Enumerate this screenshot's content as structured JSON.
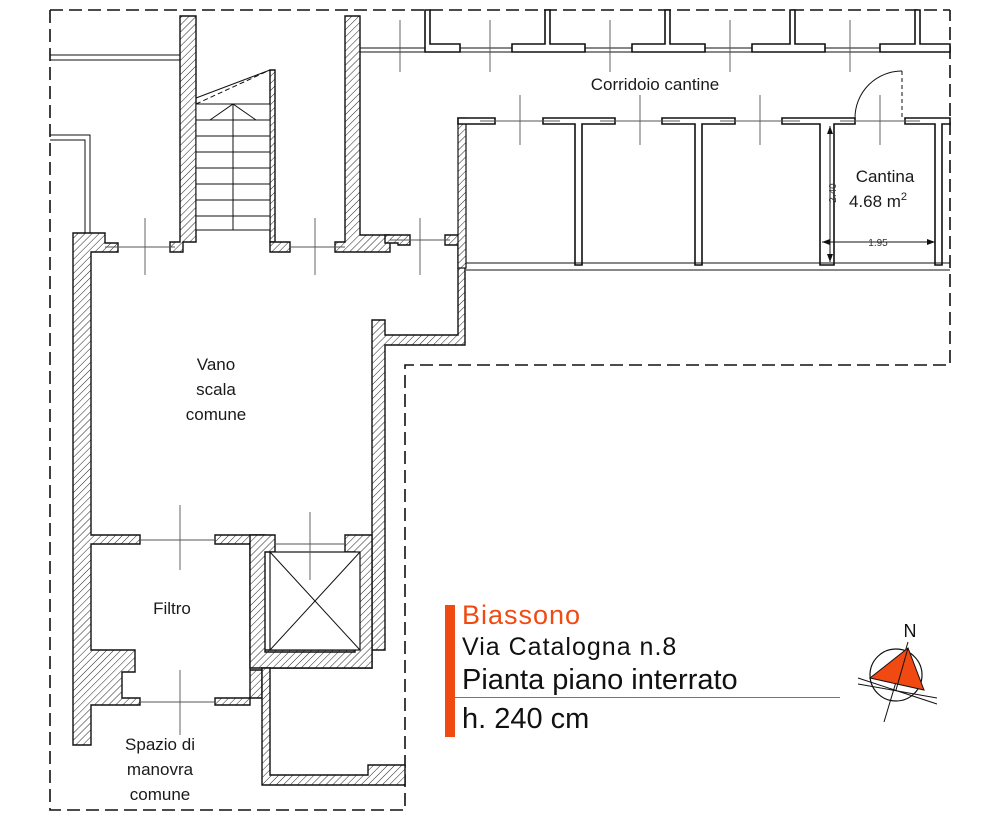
{
  "rooms": {
    "corridor": "Corridoio cantine",
    "cellar_name": "Cantina",
    "cellar_area": "4.68 m",
    "cellar_area_exp": "2",
    "stair_line1": "Vano",
    "stair_line2": "scala",
    "stair_line3": "comune",
    "filter": "Filtro",
    "maneuver_line1": "Spazio di",
    "maneuver_line2": "manovra",
    "maneuver_line3": "comune"
  },
  "dimensions": {
    "cellar_height": "2.40",
    "cellar_width": "1.95"
  },
  "title_block": {
    "town": "Biassono",
    "address": "Via Catalogna n.8",
    "drawing": "Pianta piano interrato",
    "height": "h. 240 cm"
  },
  "north": {
    "label": "N"
  },
  "colors": {
    "accent": "#f04a12",
    "walls": "#111111"
  }
}
